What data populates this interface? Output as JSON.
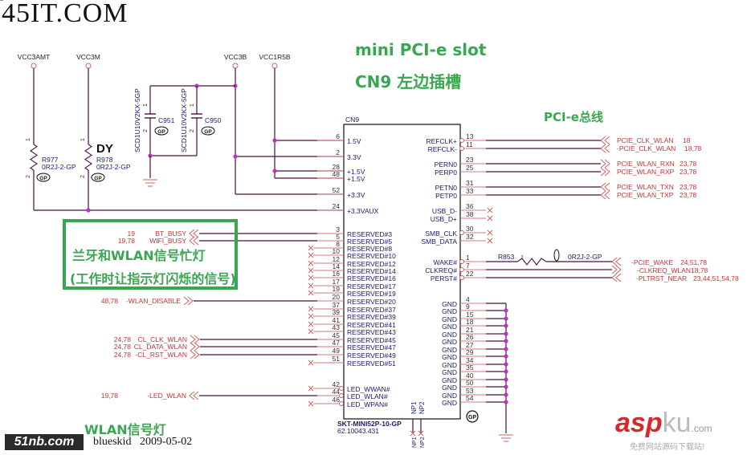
{
  "watermark": "45IT.COM",
  "titles": {
    "slot": "mini PCI-e slot",
    "cn9": "CN9 左边插槽",
    "pcie_bus": "PCI-e总线",
    "bt_wlan_busy": "兰牙和WLAN信号忙灯",
    "bt_wlan_busy_note": "(工作时让指示灯闪烁的信号)",
    "wlan_led": "WLAN信号灯"
  },
  "footer": {
    "logo_51nb": "51nb.com",
    "author": "blueskid",
    "date": "2009-05-02",
    "asp_logo_main": "asp",
    "asp_logo_ku": "ku",
    "asp_logo_com": ".com",
    "asp_logo_sub": "免费网站源码下载站!"
  },
  "power_rails": [
    "VCC3AMT",
    "VCC3M",
    "VCC3B",
    "VCC1R5B"
  ],
  "resistors": [
    {
      "ref": "R977",
      "value": "0R2J-2-GP",
      "pin1": "1",
      "pin2": "2"
    },
    {
      "ref": "R978",
      "value": "0R2J-2-GP",
      "pin1": "1",
      "pin2": "2",
      "mark": "DY"
    },
    {
      "ref": "R853",
      "value": "0R2J-2-GP",
      "pin1": "1"
    }
  ],
  "capacitors": [
    {
      "ref": "C951",
      "part": "SCD1U10V2KX-5GP",
      "pin1": "1",
      "pin2": "2"
    },
    {
      "ref": "C950",
      "part": "SCD1U10V2KX-5GP",
      "pin1": "1",
      "pin2": "2"
    }
  ],
  "gp_mark": "GP",
  "connector": {
    "ref": "CN9",
    "part": "SKT-MINI52P-10-GP",
    "part_no": "62.10043.431",
    "np": [
      "NP1",
      "NP2"
    ],
    "left_pins": [
      {
        "num": "6",
        "name": "1.5V"
      },
      {
        "num": "2",
        "name": "3.3V"
      },
      {
        "num": "28",
        "name": "+1.5V"
      },
      {
        "num": "48",
        "name": "+1.5V"
      },
      {
        "num": "52",
        "name": "+3.3V"
      },
      {
        "num": "24",
        "name": "+3.3VAUX"
      },
      {
        "num": "3",
        "name": "RESERVED#3"
      },
      {
        "num": "5",
        "name": "RESERVED#5"
      },
      {
        "num": "8",
        "name": "RESERVED#8"
      },
      {
        "num": "10",
        "name": "RESERVED#10"
      },
      {
        "num": "12",
        "name": "RESERVED#12"
      },
      {
        "num": "14",
        "name": "RESERVED#14"
      },
      {
        "num": "16",
        "name": "RESERVED#16"
      },
      {
        "num": "17",
        "name": "RESERVED#17"
      },
      {
        "num": "19",
        "name": "RESERVED#19"
      },
      {
        "num": "20",
        "name": "RESERVED#20"
      },
      {
        "num": "37",
        "name": "RESERVED#37"
      },
      {
        "num": "39",
        "name": "RESERVED#39"
      },
      {
        "num": "41",
        "name": "RESERVED#41"
      },
      {
        "num": "43",
        "name": "RESERVED#43"
      },
      {
        "num": "45",
        "name": "RESERVED#45"
      },
      {
        "num": "47",
        "name": "RESERVED#47"
      },
      {
        "num": "49",
        "name": "RESERVED#49"
      },
      {
        "num": "51",
        "name": "RESERVED#51"
      },
      {
        "num": "42",
        "name": "LED_WWAN#"
      },
      {
        "num": "44",
        "name": "LED_WLAN#"
      },
      {
        "num": "46",
        "name": "LED_WPAN#"
      }
    ],
    "right_pins": [
      {
        "num": "13",
        "name": "REFCLK+"
      },
      {
        "num": "11",
        "name": "REFCLK-"
      },
      {
        "num": "23",
        "name": "PERN0"
      },
      {
        "num": "25",
        "name": "PERP0"
      },
      {
        "num": "31",
        "name": "PETN0"
      },
      {
        "num": "33",
        "name": "PETP0"
      },
      {
        "num": "36",
        "name": "USB_D-"
      },
      {
        "num": "38",
        "name": "USB_D+"
      },
      {
        "num": "30",
        "name": "SMB_CLK"
      },
      {
        "num": "32",
        "name": "SMB_DATA"
      },
      {
        "num": "1",
        "name": "WAKE#"
      },
      {
        "num": "7",
        "name": "CLKREQ#"
      },
      {
        "num": "22",
        "name": "PERST#"
      },
      {
        "num": "4",
        "name": "GND"
      },
      {
        "num": "9",
        "name": "GND"
      },
      {
        "num": "15",
        "name": "GND"
      },
      {
        "num": "18",
        "name": "GND"
      },
      {
        "num": "21",
        "name": "GND"
      },
      {
        "num": "26",
        "name": "GND"
      },
      {
        "num": "27",
        "name": "GND"
      },
      {
        "num": "29",
        "name": "GND"
      },
      {
        "num": "34",
        "name": "GND"
      },
      {
        "num": "35",
        "name": "GND"
      },
      {
        "num": "40",
        "name": "GND"
      },
      {
        "num": "50",
        "name": "GND"
      },
      {
        "num": "53",
        "name": "GND"
      },
      {
        "num": "54",
        "name": "GND"
      }
    ]
  },
  "net_labels_left": [
    {
      "refs": "19",
      "name": "BT_BUSY"
    },
    {
      "refs": "19,78",
      "name": "WIFI_BUSY"
    },
    {
      "refs": "48,78",
      "name": "-WLAN_DISABLE"
    },
    {
      "refs": "24,78",
      "name": "CL_CLK_WLAN"
    },
    {
      "refs": "24,78",
      "name": "CL_DATA_WLAN"
    },
    {
      "refs": "24,78",
      "name": "-CL_RST_WLAN"
    },
    {
      "refs": "19,78",
      "name": "-LED_WLAN"
    }
  ],
  "net_labels_right": [
    {
      "name": "PCIE_CLK_WLAN",
      "refs": "18"
    },
    {
      "name": "-PCIE_CLK_WLAN",
      "refs": "18,78"
    },
    {
      "name": "PCIE_WLAN_RXN",
      "refs": "23,78"
    },
    {
      "name": "PCIE_WLAN_RXP",
      "refs": "23,78"
    },
    {
      "name": "PCIE_WLAN_TXN",
      "refs": "23,78"
    },
    {
      "name": "PCIE_WLAN_TXP",
      "refs": "23,78"
    },
    {
      "name": "-PCIE_WAKE",
      "refs": "24,51,78"
    },
    {
      "name": "-CLKREQ_WLAN",
      "refs": "18,78"
    },
    {
      "name": "-PLTRST_NEAR",
      "refs": "23,44,51,54,78"
    }
  ],
  "colors": {
    "wire": "#4a1040",
    "pin_stub": "#d97a7a",
    "junction": "#c030c0",
    "net_text": "#c83232",
    "comp_text": "#1a1a6a",
    "annotation_green": "#3aa650"
  }
}
